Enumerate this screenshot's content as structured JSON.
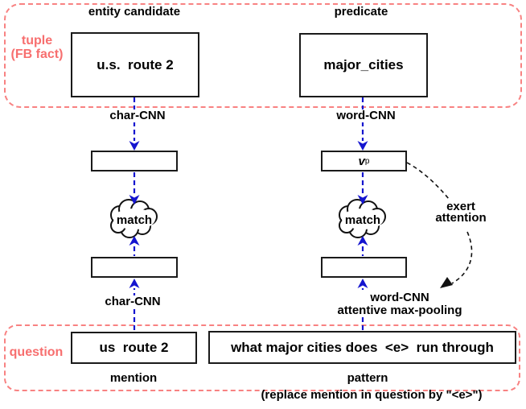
{
  "colors": {
    "accent_pink_border": "#f88282",
    "accent_pink_text": "#f76f6f",
    "arrow_blue": "#1414cf",
    "box_border": "#1a1a1a"
  },
  "tuple_region": {
    "label_line1": "tuple",
    "label_line2": "(FB fact)",
    "entity": {
      "header": "entity candidate",
      "box_text": "u.s.  route 2",
      "encoder": "char-CNN"
    },
    "predicate": {
      "header": "predicate",
      "box_text": "major_cities",
      "encoder": "word-CNN"
    }
  },
  "middle": {
    "left_match": "match",
    "right_match": "match",
    "vp_main": "v",
    "vp_sub": "p",
    "exert_line1": "exert",
    "exert_line2": "attention"
  },
  "question_region": {
    "label": "question",
    "mention": {
      "box_text": "us  route 2",
      "caption": "mention",
      "encoder": "char-CNN"
    },
    "pattern": {
      "box_text": "what major cities does  <e>  run through",
      "caption": "pattern",
      "encoder_line1": "word-CNN",
      "encoder_line2": "attentive max-pooling"
    },
    "footnote": "(replace mention in question by \"<e>\")"
  }
}
